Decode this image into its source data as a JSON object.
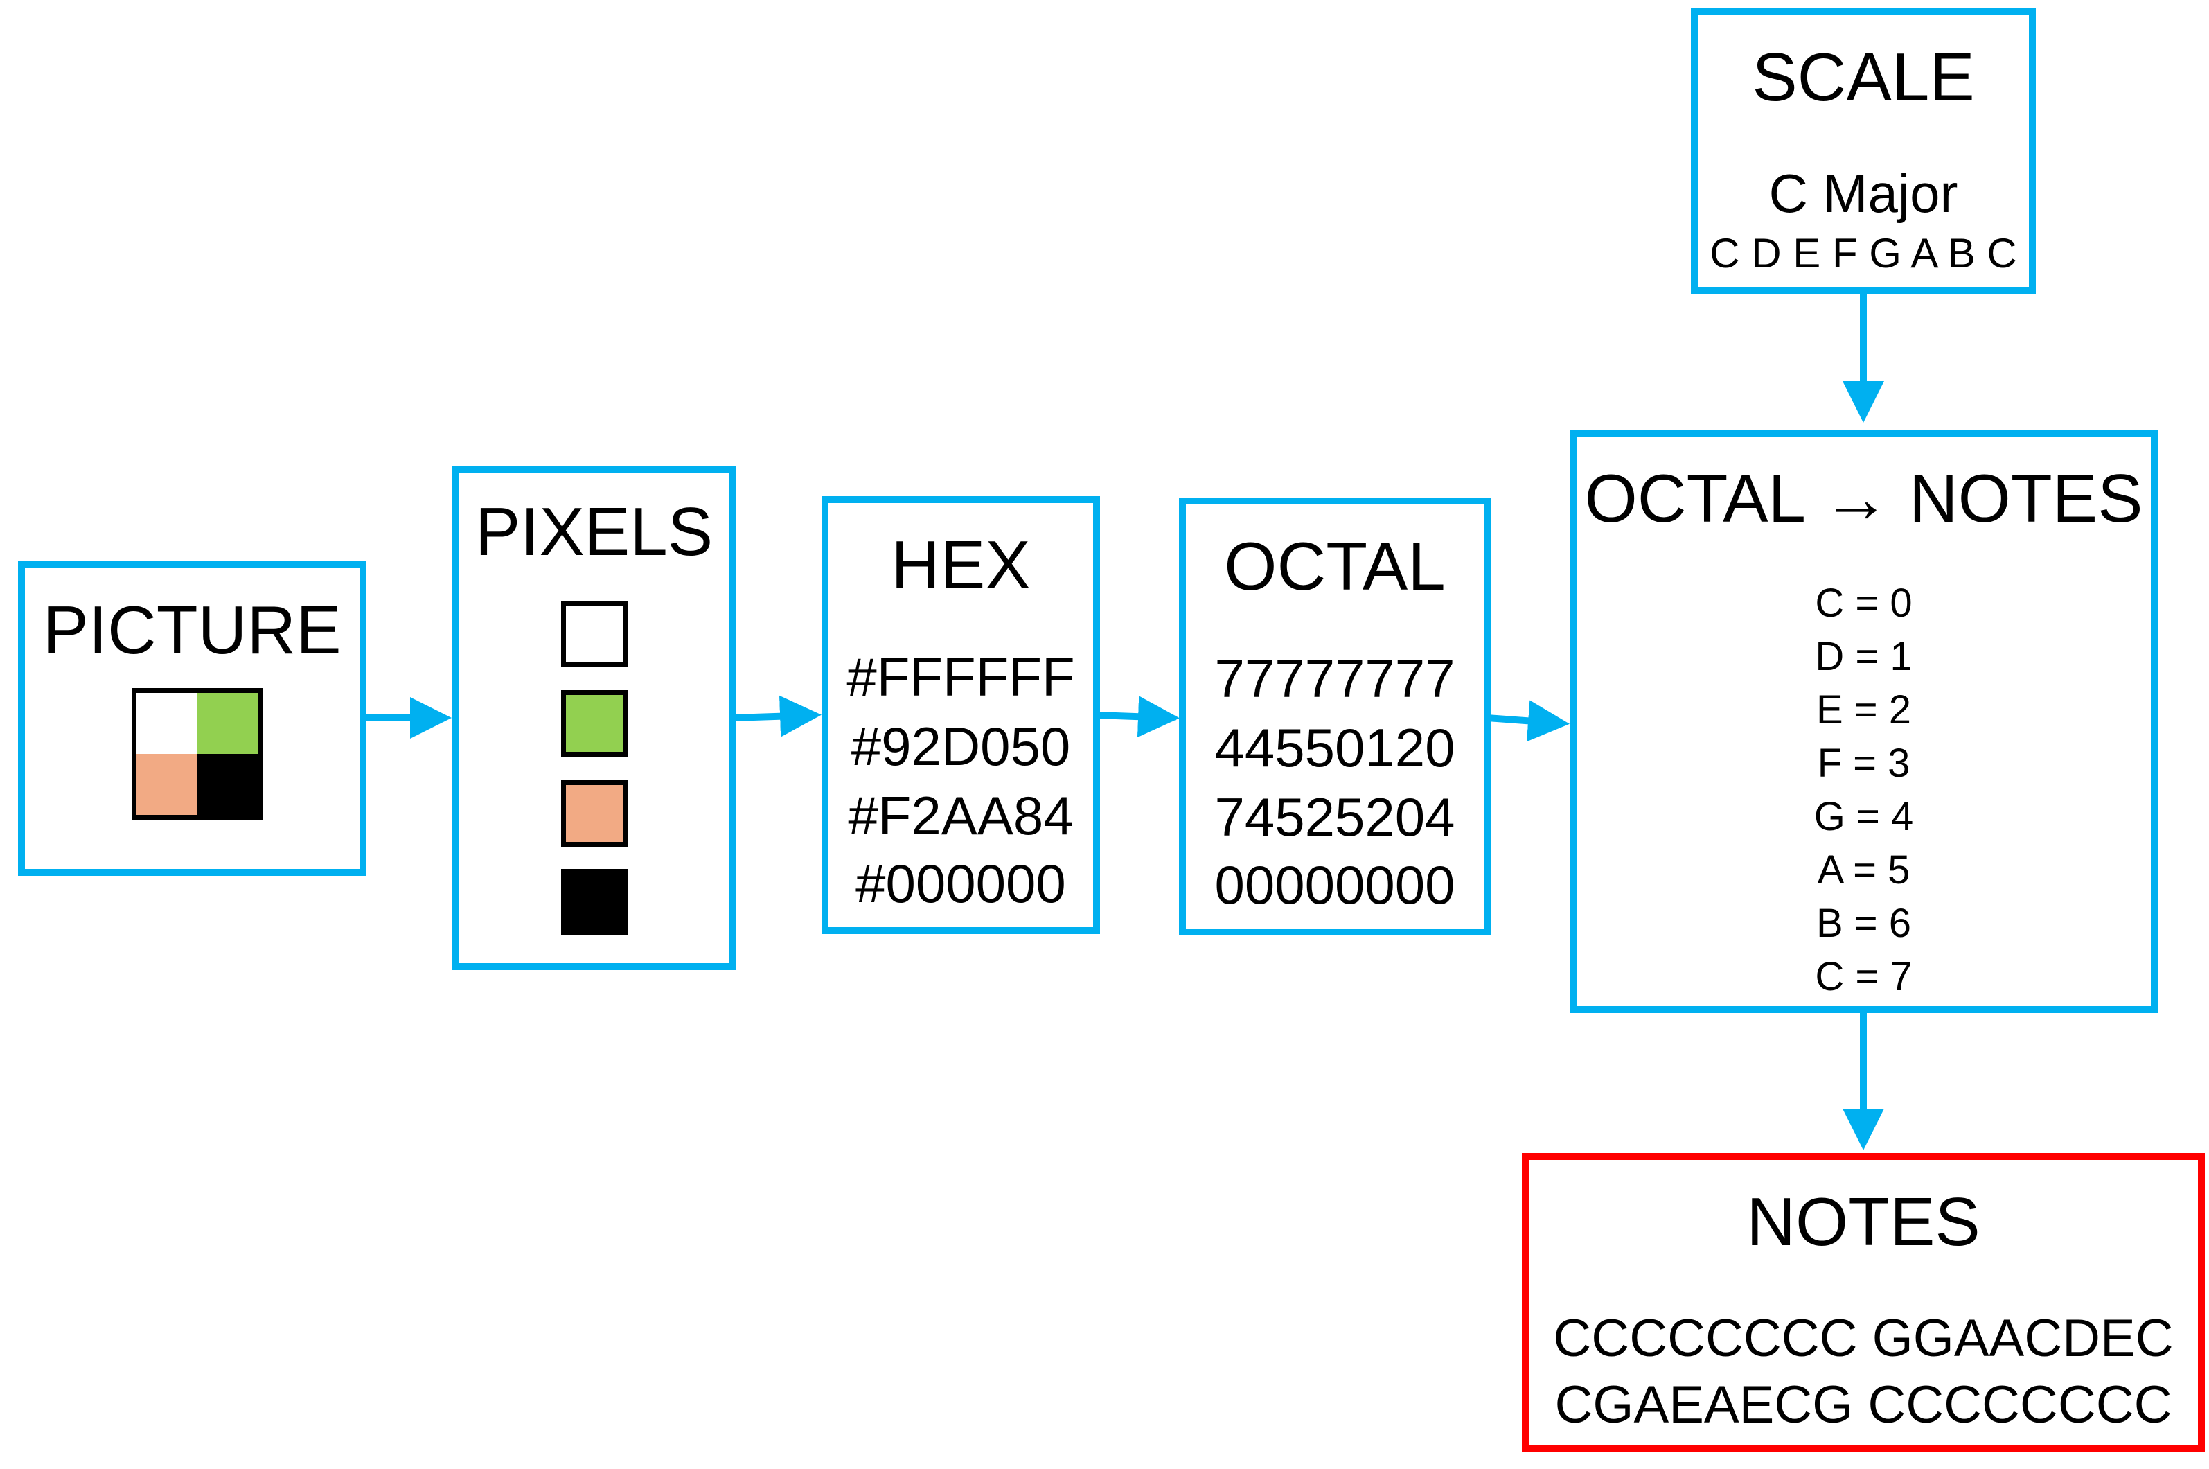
{
  "colors": {
    "box_border": "#00b0f0",
    "result_border": "#ff0000",
    "arrow": "#00b0f0"
  },
  "picture": {
    "title": "PICTURE",
    "grid": [
      "#FFFFFF",
      "#92D050",
      "#F2AA84",
      "#000000"
    ]
  },
  "pixels": {
    "title": "PIXELS",
    "swatches": [
      "#FFFFFF",
      "#92D050",
      "#F2AA84",
      "#000000"
    ]
  },
  "hex": {
    "title": "HEX",
    "values": [
      "#FFFFFF",
      "#92D050",
      "#F2AA84",
      "#000000"
    ]
  },
  "octal": {
    "title": "OCTAL",
    "values": [
      "77777777",
      "44550120",
      "74525204",
      "00000000"
    ]
  },
  "scale": {
    "title": "SCALE",
    "name": "C Major",
    "notes": "C D E F G A B C"
  },
  "mapping": {
    "title": "OCTAL → NOTES",
    "rows": [
      "C = 0",
      "D = 1",
      "E = 2",
      "F = 3",
      "G = 4",
      "A = 5",
      "B = 6",
      "C = 7"
    ]
  },
  "notes": {
    "title": "NOTES",
    "lines": [
      "CCCCCCCC GGAACDEC",
      "CGAEAECG CCCCCCCC"
    ]
  }
}
